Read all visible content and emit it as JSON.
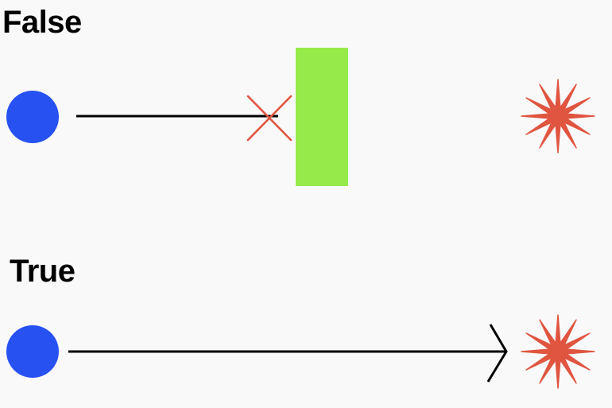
{
  "panels": [
    {
      "label": "False",
      "blocked": true
    },
    {
      "label": "True",
      "blocked": false
    }
  ],
  "colors": {
    "source_circle": "#2851f2",
    "target_star": "#e05540",
    "blocker": "#96eb4b",
    "arrow": "#000000",
    "cross": "#e05540",
    "background": "#f9f9fa"
  },
  "icons": {
    "source": "circle",
    "target": "star-burst",
    "blocker": "rectangle",
    "blocked_mark": "x-cross",
    "arrow_head": "chevron-right"
  }
}
